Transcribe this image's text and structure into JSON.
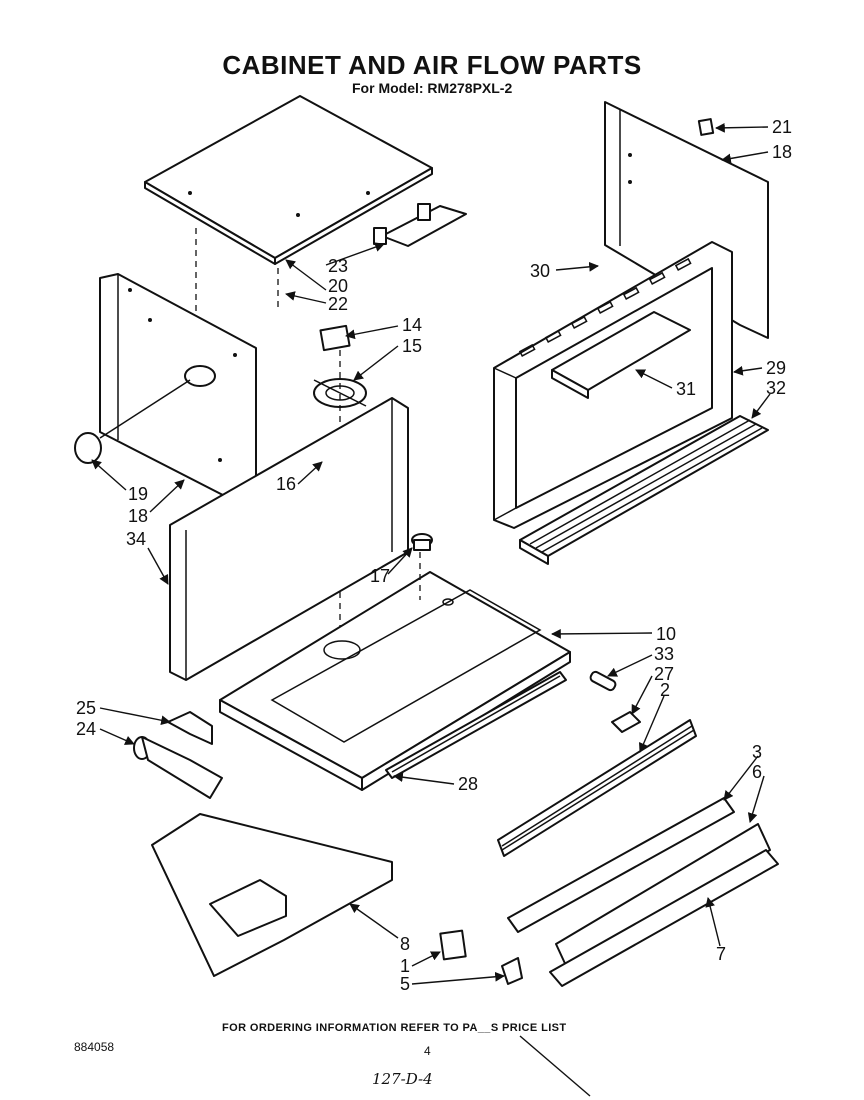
{
  "title": "CABINET AND AIR FLOW PARTS",
  "subtitle": "For Model: RM278PXL-2",
  "footer_note": "FOR ORDERING INFORMATION REFER TO PA__S PRICE LIST",
  "document_code": "884058",
  "page_number": "4",
  "handwritten_note": "127-D-4",
  "callouts": {
    "c21": "21",
    "c18a": "18",
    "c30": "30",
    "c23": "23",
    "c20": "20",
    "c22": "22",
    "c14": "14",
    "c15": "15",
    "c29": "29",
    "c32": "32",
    "c31": "31",
    "c19": "19",
    "c18b": "18",
    "c34": "34",
    "c16": "16",
    "c17": "17",
    "c10": "10",
    "c33": "33",
    "c27": "27",
    "c2": "2",
    "c25": "25",
    "c24": "24",
    "c28": "28",
    "c3": "3",
    "c6": "6",
    "c8": "8",
    "c1": "1",
    "c5": "5",
    "c7": "7"
  }
}
